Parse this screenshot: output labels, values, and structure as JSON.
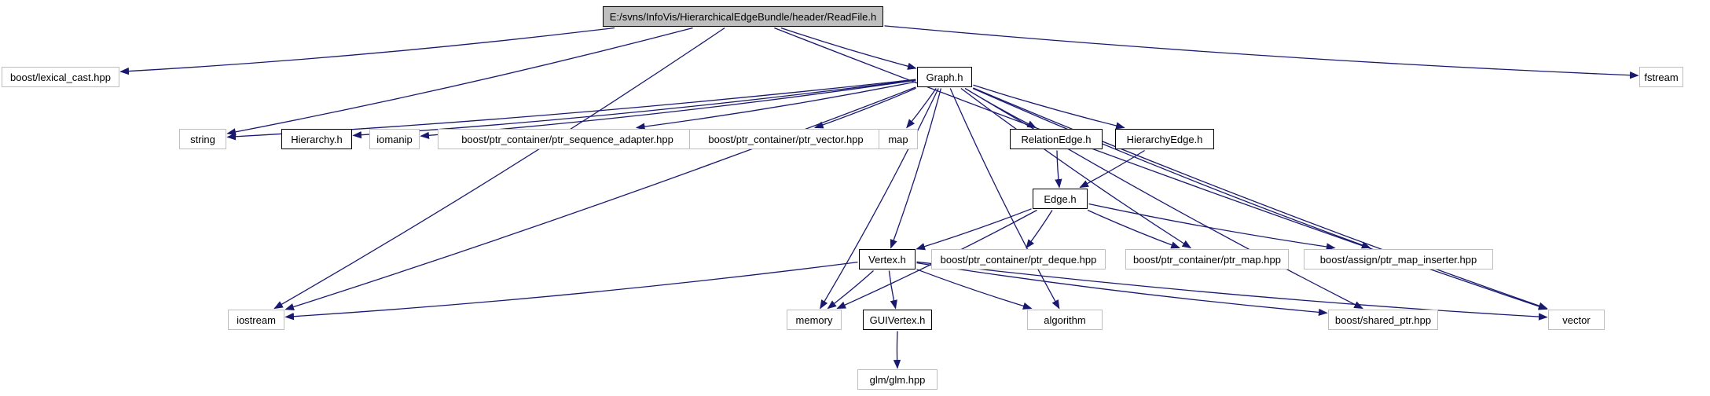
{
  "colors": {
    "edge": "#191970",
    "doc_border": "#000000",
    "ext_border": "#bfbfbf",
    "root_fill": "#bfbfbf"
  },
  "nodes": [
    {
      "id": "readfile",
      "label": "E:/svns/InfoVis/HierarchicalEdgeBundle/header/ReadFile.h",
      "kind": "root"
    },
    {
      "id": "lexical",
      "label": "boost/lexical_cast.hpp",
      "kind": "ext"
    },
    {
      "id": "graph",
      "label": "Graph.h",
      "kind": "doc"
    },
    {
      "id": "fstream",
      "label": "fstream",
      "kind": "ext"
    },
    {
      "id": "string",
      "label": "string",
      "kind": "ext"
    },
    {
      "id": "hierarchy",
      "label": "Hierarchy.h",
      "kind": "doc"
    },
    {
      "id": "iomanip",
      "label": "iomanip",
      "kind": "ext"
    },
    {
      "id": "ptrseq",
      "label": "boost/ptr_container/ptr_sequence_adapter.hpp",
      "kind": "ext"
    },
    {
      "id": "ptrvec",
      "label": "boost/ptr_container/ptr_vector.hpp",
      "kind": "ext"
    },
    {
      "id": "map",
      "label": "map",
      "kind": "ext"
    },
    {
      "id": "relationedge",
      "label": "RelationEdge.h",
      "kind": "doc"
    },
    {
      "id": "hierarchyedge",
      "label": "HierarchyEdge.h",
      "kind": "doc"
    },
    {
      "id": "edge",
      "label": "Edge.h",
      "kind": "doc"
    },
    {
      "id": "vertex",
      "label": "Vertex.h",
      "kind": "doc"
    },
    {
      "id": "ptrdeque",
      "label": "boost/ptr_container/ptr_deque.hpp",
      "kind": "ext"
    },
    {
      "id": "ptrmap",
      "label": "boost/ptr_container/ptr_map.hpp",
      "kind": "ext"
    },
    {
      "id": "mapins",
      "label": "boost/assign/ptr_map_inserter.hpp",
      "kind": "ext"
    },
    {
      "id": "iostream",
      "label": "iostream",
      "kind": "ext"
    },
    {
      "id": "memory",
      "label": "memory",
      "kind": "ext"
    },
    {
      "id": "guivertex",
      "label": "GUIVertex.h",
      "kind": "doc"
    },
    {
      "id": "algorithm",
      "label": "algorithm",
      "kind": "ext"
    },
    {
      "id": "sharedptr",
      "label": "boost/shared_ptr.hpp",
      "kind": "ext"
    },
    {
      "id": "vector",
      "label": "vector",
      "kind": "ext"
    },
    {
      "id": "glm",
      "label": "glm/glm.hpp",
      "kind": "ext"
    }
  ],
  "edges": [
    [
      "readfile",
      "lexical"
    ],
    [
      "readfile",
      "iostream"
    ],
    [
      "readfile",
      "string"
    ],
    [
      "readfile",
      "graph"
    ],
    [
      "readfile",
      "fstream"
    ],
    [
      "readfile",
      "vector"
    ],
    [
      "graph",
      "string"
    ],
    [
      "graph",
      "hierarchy"
    ],
    [
      "graph",
      "iomanip"
    ],
    [
      "graph",
      "ptrseq"
    ],
    [
      "graph",
      "ptrvec"
    ],
    [
      "graph",
      "map"
    ],
    [
      "graph",
      "relationedge"
    ],
    [
      "graph",
      "hierarchyedge"
    ],
    [
      "graph",
      "iostream"
    ],
    [
      "graph",
      "memory"
    ],
    [
      "graph",
      "vertex"
    ],
    [
      "graph",
      "ptrmap"
    ],
    [
      "graph",
      "mapins"
    ],
    [
      "graph",
      "algorithm"
    ],
    [
      "graph",
      "sharedptr"
    ],
    [
      "graph",
      "vector"
    ],
    [
      "relationedge",
      "edge"
    ],
    [
      "hierarchyedge",
      "edge"
    ],
    [
      "edge",
      "memory"
    ],
    [
      "edge",
      "vertex"
    ],
    [
      "edge",
      "ptrdeque"
    ],
    [
      "edge",
      "ptrmap"
    ],
    [
      "edge",
      "mapins"
    ],
    [
      "vertex",
      "iostream"
    ],
    [
      "vertex",
      "memory"
    ],
    [
      "vertex",
      "guivertex"
    ],
    [
      "vertex",
      "algorithm"
    ],
    [
      "vertex",
      "sharedptr"
    ],
    [
      "vertex",
      "vector"
    ],
    [
      "guivertex",
      "glm"
    ]
  ]
}
